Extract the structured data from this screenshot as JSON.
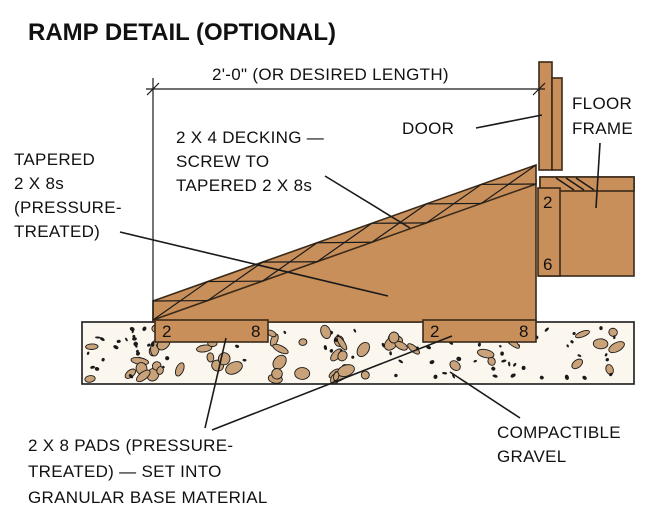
{
  "title": "RAMP DETAIL (OPTIONAL)",
  "labels": {
    "dimension": "2'-0\" (OR DESIRED LENGTH)",
    "door": "DOOR",
    "floor_frame": [
      "FLOOR",
      "FRAME"
    ],
    "decking": [
      "2 X 4 DECKING —",
      "SCREW TO",
      "TAPERED 2 X 8s"
    ],
    "tapered": [
      "TAPERED",
      "2 X 8s",
      "(PRESSURE-",
      "TREATED)"
    ],
    "gravel": [
      "COMPACTIBLE",
      "GRAVEL"
    ],
    "pads": [
      "2 X 8 PADS (PRESSURE-",
      "TREATED) — SET INTO",
      "GRANULAR BASE MATERIAL"
    ]
  },
  "lumber_marks": {
    "pad_left": [
      "2",
      "8"
    ],
    "pad_right": [
      "2",
      "8"
    ],
    "rim_joist": [
      "2",
      "6"
    ]
  },
  "colors": {
    "wood": "#c98f5a",
    "gravel_bg": "#fbf6ee",
    "gravel_stone": "#c9a27a",
    "outline": "#1a1a1a"
  }
}
